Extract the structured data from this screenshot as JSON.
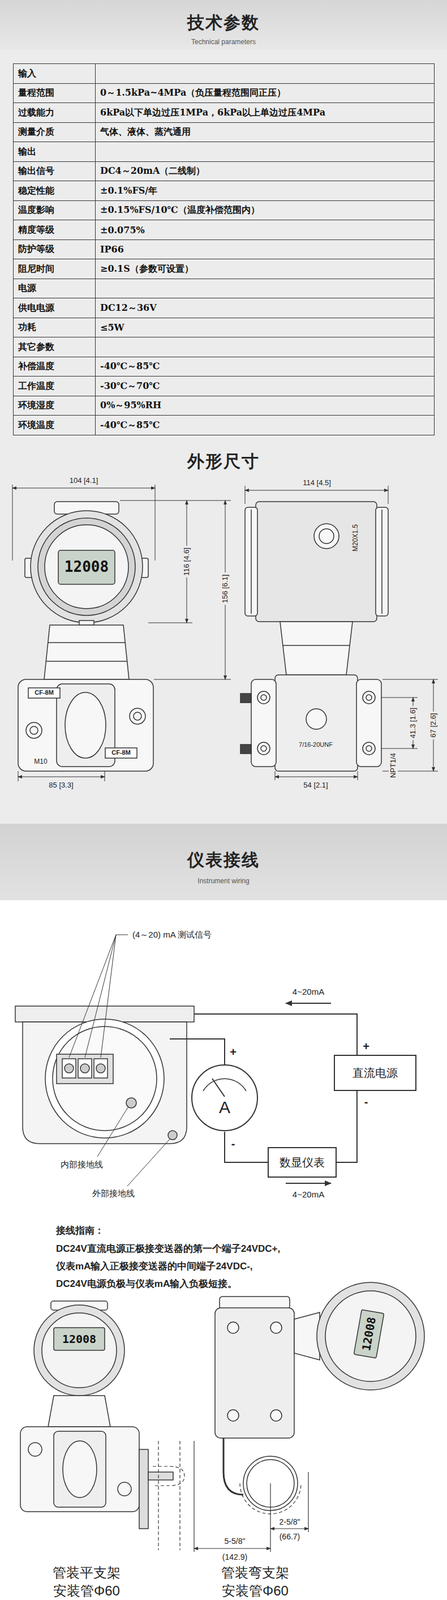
{
  "diagram": {
    "title": "技术参数",
    "nodes": [
      {
        "text": [
          "A"
        ]
      },
      {
        "text": [
          "直流电源"
        ]
      },
      {
        "text": [
          "数显仪表"
        ]
      }
    ],
    "edges": [
      {
        "from": 0,
        "to": 2,
        "arrow": "none"
      },
      {
        "from": 2,
        "to": 1,
        "arrow": "none"
      }
    ],
    "labels": [
      "Technical parameters",
      "输入",
      "量程范围",
      "0～1.5kPa~4MPa（负压量程范围同正压）",
      "过载能力",
      "6kPa以下单边过压1MPa，6kPa以上单边过压4MPa",
      "测量介质",
      "气体、液体、蒸汽通用",
      "输出",
      "输出信号",
      "DC4～20mA（二线制）",
      "稳定性能",
      "±0.1%FS/年",
      "温度影响",
      "±0.15%FS/10℃（温度补偿范围内）",
      "精度等级",
      "±0.075%",
      "防护等级",
      "IP66",
      "阻尼时间",
      "≥0.1S（参数可设置）",
      "电源",
      "供电电源",
      "DC12～36V",
      "功耗",
      "≤5W",
      "其它参数",
      "补偿温度",
      "-40℃～85℃",
      "工作温度",
      "-30℃～70℃",
      "环境湿度",
      "0%～95%RH",
      "环境温度",
      "-40℃～85℃",
      "外形尺寸",
      "104 [4.1]",
      "116 [4.6]",
      "156 [6.1]",
      "12008",
      "CF-8M",
      "CF-8M",
      "M10",
      "85 [3.3]",
      "114 [4.5]",
      "M20X1.5",
      "7/16-20UNF",
      "41.3 [1.6]",
      "67 [2.6]",
      "54 [2.1]",
      "NPT1/4",
      "仪表接线",
      "Instrument wiring",
      "(4～20) mA 测试信号",
      "+",
      "-",
      "4~20mA",
      "+",
      "-",
      "4~20mA",
      "内部接地线",
      "外部接地线",
      "接线指南：",
      "DC24V直流电源正极接变送器的第一个端子24VDC+,",
      "仪表mA输入正极接变送器的中间端子24VDC-,",
      "DC24V电源负极与仪表mA输入负极短接。",
      "12008",
      "12008",
      "2-5/8\"",
      "(66.7)",
      "5-5/8\"",
      "(142.9)",
      "管装平支架",
      "安装管Φ60",
      "管装弯支架",
      "安装管Φ60"
    ]
  }
}
